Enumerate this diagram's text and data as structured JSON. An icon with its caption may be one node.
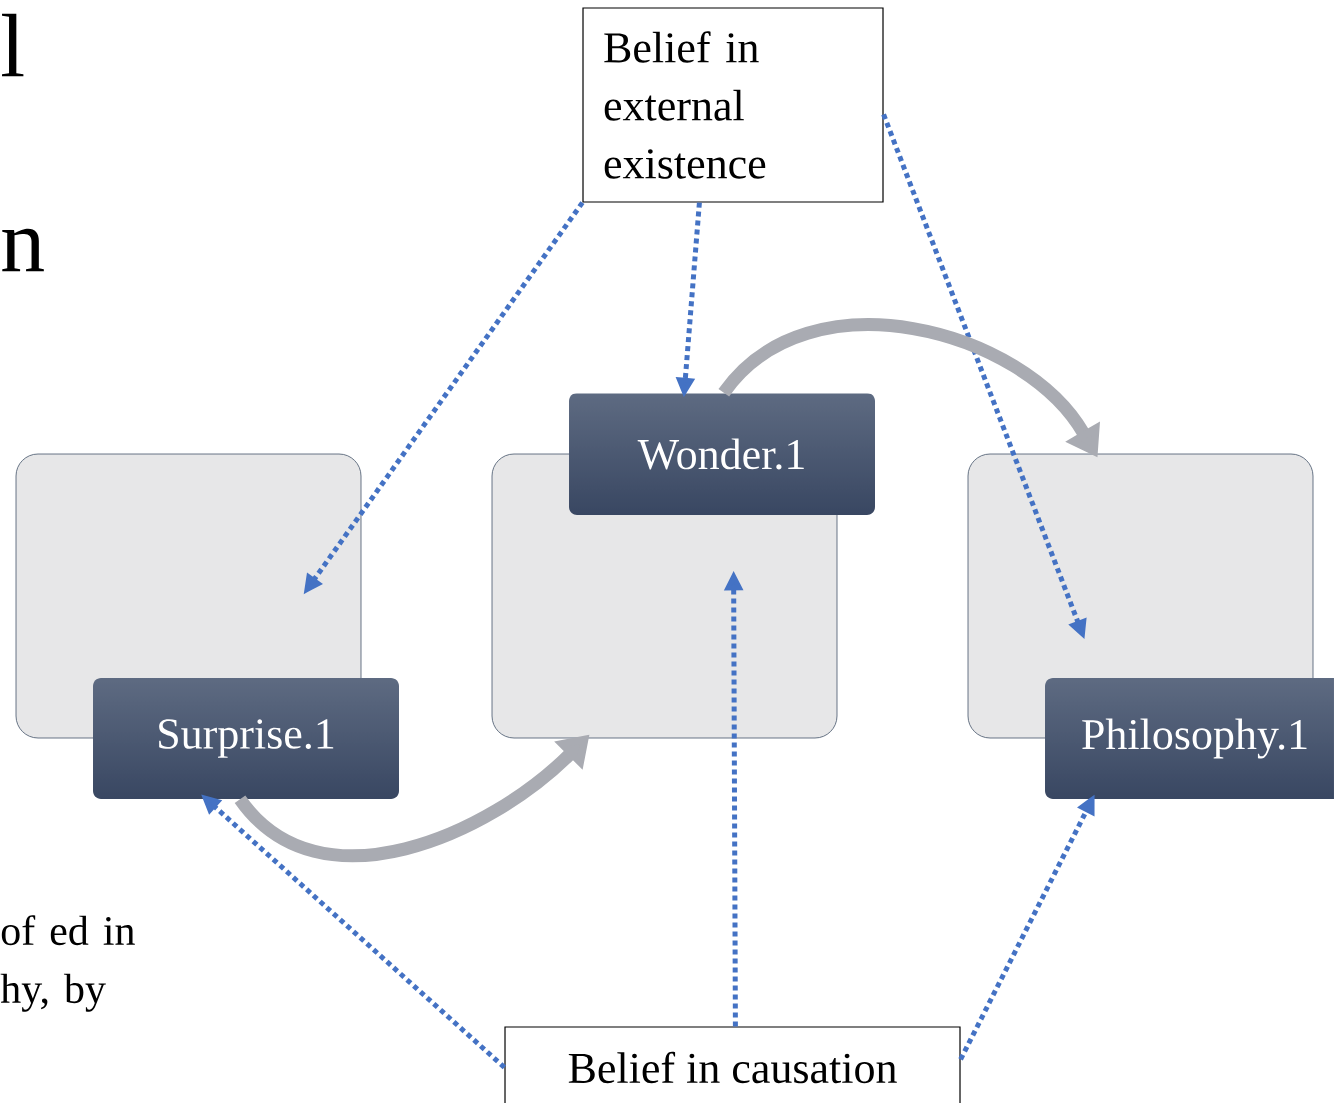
{
  "diagram": {
    "nodes": [
      {
        "text": [
          "Belief in external existence"
        ]
      },
      {
        "text": [],
        "shape": "box"
      },
      {
        "text": [
          "Surprise.1"
        ]
      },
      {
        "text": [],
        "shape": "box"
      },
      {
        "text": [
          "Wonder.1"
        ]
      },
      {
        "text": [],
        "shape": "box"
      },
      {
        "text": [
          "Philosophy.1"
        ]
      },
      {
        "text": [
          "Belief in causation"
        ]
      }
    ],
    "edges": [
      {
        "from": 0,
        "to": 1,
        "arrow": "to",
        "style": "dashed"
      },
      {
        "from": 0,
        "to": 4,
        "arrow": "to",
        "style": "dashed"
      },
      {
        "from": 0,
        "to": 5,
        "arrow": "to",
        "style": "dashed"
      },
      {
        "from": 7,
        "to": 2,
        "arrow": "to",
        "style": "dashed"
      },
      {
        "from": 7,
        "to": 3,
        "arrow": "to",
        "style": "dashed"
      },
      {
        "from": 7,
        "to": 6,
        "arrow": "to",
        "style": "dashed"
      },
      {
        "from": 2,
        "to": 3,
        "arrow": "to",
        "style": "thick",
        "color": "#a9abb2"
      },
      {
        "from": 4,
        "to": 5,
        "arrow": "to",
        "style": "thick",
        "color": "#a9abb2"
      }
    ],
    "labels": [
      "l",
      "n",
      "of ed in hy, by"
    ]
  }
}
